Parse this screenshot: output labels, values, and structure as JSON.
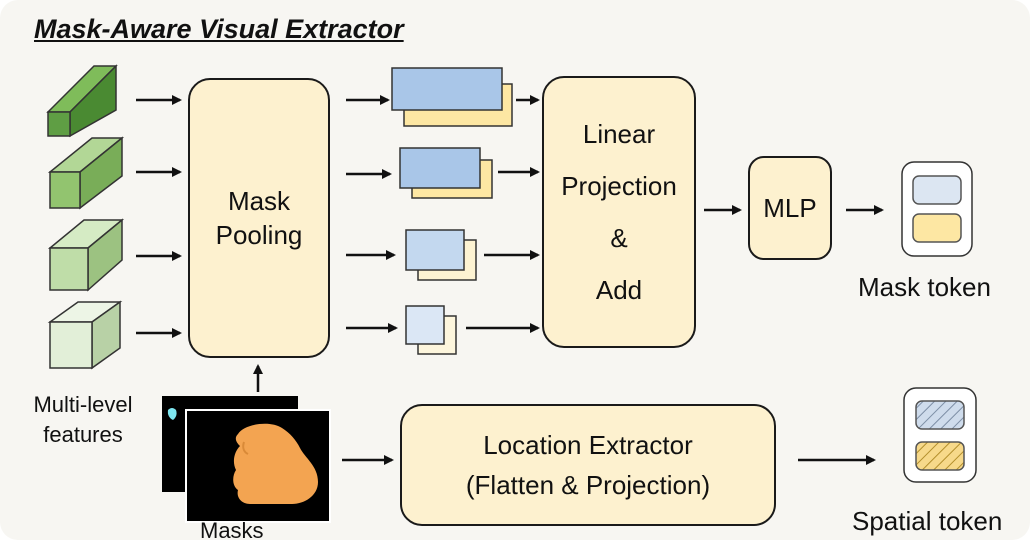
{
  "title": "Mask-Aware Visual Extractor",
  "mask_pooling": {
    "line1": "Mask",
    "line2": "Pooling"
  },
  "linear_projection": {
    "line1": "Linear",
    "line2": "Projection",
    "line3": "&",
    "line4": "Add"
  },
  "mlp": {
    "label": "MLP"
  },
  "location_extractor": {
    "line1": "Location Extractor",
    "line2": "(Flatten & Projection)"
  },
  "labels": {
    "multi_level_features_1": "Multi-level",
    "multi_level_features_2": "features",
    "masks": "Masks",
    "mask_token": "Mask token",
    "spatial_token": "Spatial token"
  },
  "colors": {
    "box_fill": "#fdf1cf",
    "feature_blue": "#a9c6e8",
    "feature_yellow": "#fde7a3",
    "cube_level_1": "#5f9e44",
    "cube_level_2": "#92c46f",
    "cube_level_3": "#bfdda8",
    "cube_level_4": "#e2efd8",
    "mask_shape": "#f3a451"
  }
}
